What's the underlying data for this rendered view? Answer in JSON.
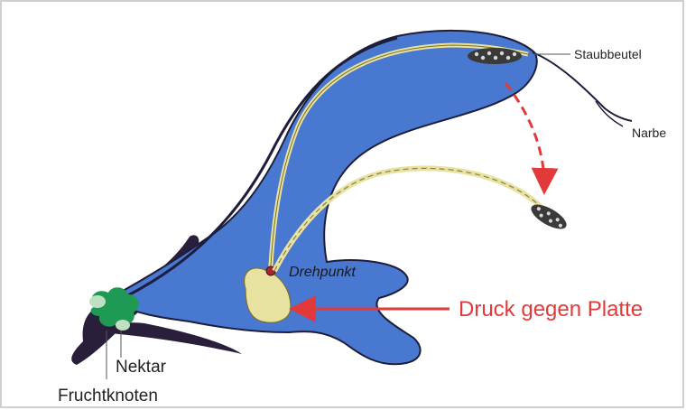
{
  "labels": {
    "staubbeutel": "Staubbeutel",
    "narbe": "Narbe",
    "drehpunkt": "Drehpunkt",
    "druck": "Druck gegen Platte",
    "nektar": "Nektar",
    "fruchtknoten": "Fruchtknoten"
  },
  "colors": {
    "corolla": "#4878d0",
    "outline": "#1e1e3c",
    "stamen": "#e8e2a0",
    "nectar": "#1f9a55",
    "ovary": "#bfe0c3",
    "arrow": "#e23a3a",
    "dark": "#2a1f3a"
  }
}
